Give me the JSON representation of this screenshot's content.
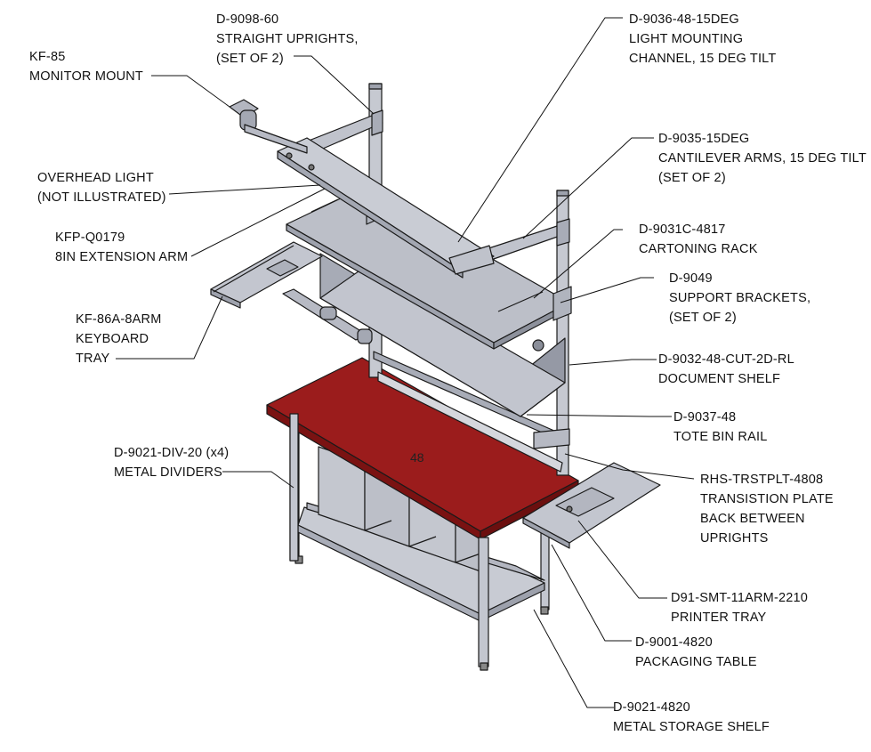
{
  "labels": {
    "straight_uprights": {
      "part": "D-9098-60",
      "desc1": "STRAIGHT UPRIGHTS,",
      "desc2": "(SET OF 2)"
    },
    "monitor_mount": {
      "part": "KF-85",
      "desc1": "MONITOR MOUNT"
    },
    "overhead_light": {
      "part": "OVERHEAD LIGHT",
      "desc1": "(NOT ILLUSTRATED)"
    },
    "extension_arm": {
      "part": "KFP-Q0179",
      "desc1": "8IN EXTENSION ARM"
    },
    "keyboard_tray": {
      "part": "KF-86A-8ARM",
      "desc1": "KEYBOARD",
      "desc2": "TRAY"
    },
    "metal_dividers": {
      "part": "D-9021-DIV-20 (x4)",
      "desc1": "METAL DIVIDERS"
    },
    "light_channel": {
      "part": "D-9036-48-15DEG",
      "desc1": "LIGHT MOUNTING",
      "desc2": "CHANNEL, 15 DEG TILT"
    },
    "cantilever_arms": {
      "part": "D-9035-15DEG",
      "desc1": "CANTILEVER ARMS, 15 DEG TILT",
      "desc2": "(SET OF 2)"
    },
    "cartoning_rack": {
      "part": "D-9031C-4817",
      "desc1": "CARTONING RACK"
    },
    "support_brackets": {
      "part": "D-9049",
      "desc1": "SUPPORT BRACKETS,",
      "desc2": "(SET OF 2)"
    },
    "document_shelf": {
      "part": "D-9032-48-CUT-2D-RL",
      "desc1": "DOCUMENT SHELF"
    },
    "tote_bin_rail": {
      "part": "D-9037-48",
      "desc1": "TOTE BIN RAIL"
    },
    "transition_plate": {
      "part": "RHS-TRSTPLT-4808",
      "desc1": "TRANSISTION PLATE",
      "desc2": "BACK BETWEEN",
      "desc3": "UPRIGHTS"
    },
    "printer_tray": {
      "part": "D91-SMT-11ARM-2210",
      "desc1": "PRINTER TRAY"
    },
    "packaging_table": {
      "part": "D-9001-4820",
      "desc1": "PACKAGING TABLE"
    },
    "storage_shelf": {
      "part": "D-9021-4820",
      "desc1": "METAL STORAGE SHELF"
    }
  },
  "table_top_mark": "48",
  "colors": {
    "table_top": "#9b1c1c",
    "metal": "#b9bcc6",
    "metal_dark": "#8c909c",
    "line": "#111111"
  }
}
